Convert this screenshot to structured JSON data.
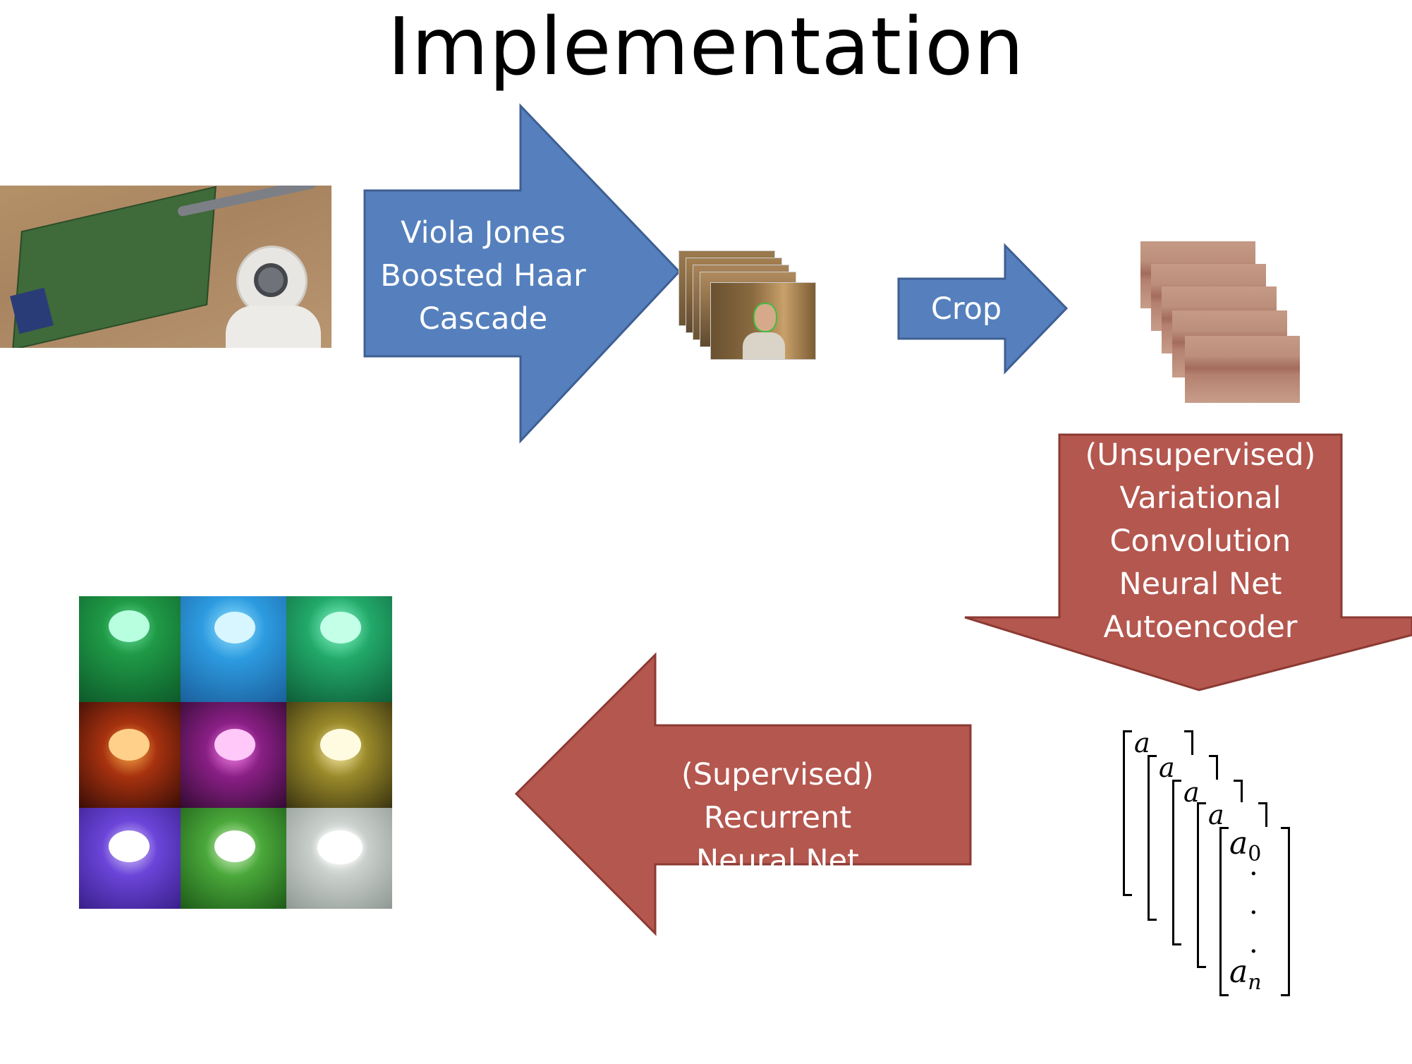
{
  "title": "Implementation",
  "steps": {
    "viola_jones": "Viola Jones\nBoosted Haar\nCascade",
    "crop": "Crop",
    "autoencoder": "(Unsupervised)\nVariational\nConvolution\nNeural Net\nAutoencoder",
    "rnn": "(Supervised) Recurrent\nNeural Net"
  },
  "vector": {
    "first": "a",
    "first_sub": "0",
    "last": "a",
    "last_sub": "n"
  },
  "colors": {
    "blue_arrow": "#5580bd",
    "red_arrow": "#b4574f",
    "blue_border": "#3e5f93",
    "red_border": "#8b3a33"
  },
  "images": [
    "raspberry-pi-webcam",
    "face-detection-frames",
    "lip-crops",
    "colored-light-bulbs"
  ]
}
